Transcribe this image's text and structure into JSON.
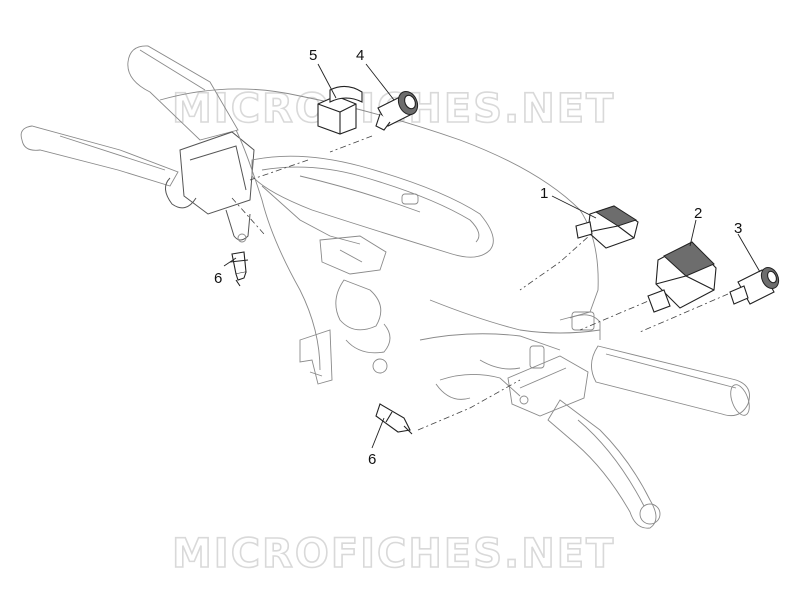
{
  "watermarks": [
    "MICROFICHES.NET",
    "MICROFICHES.NET"
  ],
  "callouts": {
    "c1": "1",
    "c2": "2",
    "c3": "3",
    "c4": "4",
    "c5": "5",
    "c6a": "6",
    "c6b": "6"
  }
}
